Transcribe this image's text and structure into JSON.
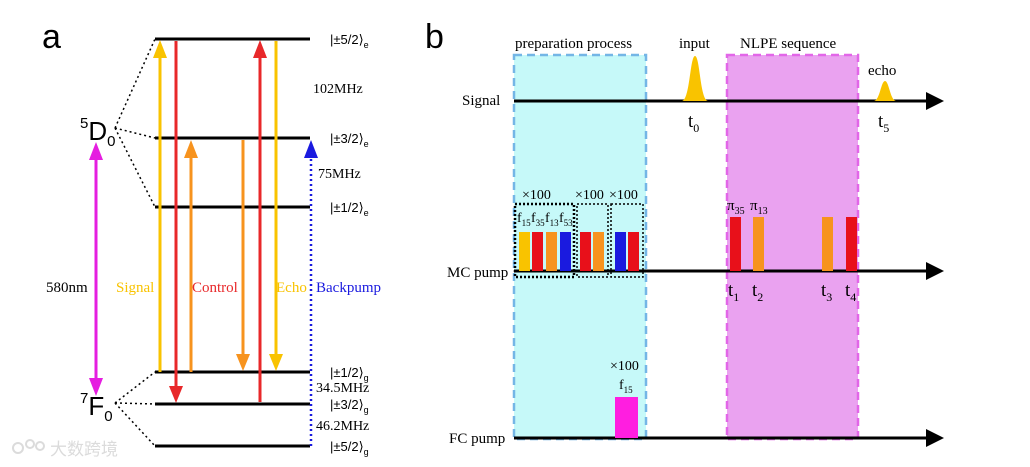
{
  "panel_a": {
    "label": "a",
    "excited_state": {
      "main": "5",
      "letter": "D",
      "sub": "0"
    },
    "ground_state": {
      "main": "7",
      "letter": "F",
      "sub": "0"
    },
    "levels_excited": [
      {
        "value": "|±5/2⟩",
        "sub": "e"
      },
      {
        "value": "|±3/2⟩",
        "sub": "e"
      },
      {
        "value": "|±1/2⟩",
        "sub": "e"
      }
    ],
    "levels_ground": [
      {
        "value": "|±1/2⟩",
        "sub": "g"
      },
      {
        "value": "|±3/2⟩",
        "sub": "g"
      },
      {
        "value": "|±5/2⟩",
        "sub": "g"
      }
    ],
    "splittings": [
      "102MHz",
      "75MHz",
      "34.5MHz",
      "46.2MHz"
    ],
    "wavelength": "580nm",
    "beams": [
      "Signal",
      "Control",
      "Echo",
      "Backpump"
    ],
    "colors": {
      "signal": "#f9c300",
      "control": "#e8282a",
      "echo": "#f9c300",
      "orange": "#f7931e",
      "backpump": "#1a1adf",
      "laser": "#e51ee0"
    }
  },
  "panel_b": {
    "label": "b",
    "preparation_title": "preparation process",
    "nlpe_title": "NLPE sequence",
    "input_label": "input",
    "echo_label": "echo",
    "rows": [
      "Signal",
      "MC pump",
      "FC pump"
    ],
    "signal_times": [
      {
        "t": "t",
        "sub": "0"
      },
      {
        "t": "t",
        "sub": "5"
      }
    ],
    "mc_times": [
      {
        "t": "t",
        "sub": "1"
      },
      {
        "t": "t",
        "sub": "2"
      },
      {
        "t": "t",
        "sub": "3"
      },
      {
        "t": "t",
        "sub": "4"
      }
    ],
    "repeat_labels": [
      "×100",
      "×100",
      "×100",
      "×100"
    ],
    "f_labels": [
      {
        "t": "f",
        "sub": "15"
      },
      {
        "t": "f",
        "sub": "35"
      },
      {
        "t": "f",
        "sub": "13"
      },
      {
        "t": "f",
        "sub": "53"
      }
    ],
    "fc_f_label": {
      "t": "f",
      "sub": "15"
    },
    "pi_labels": [
      {
        "t": "π",
        "sub": "35"
      },
      {
        "t": "π",
        "sub": "13"
      }
    ],
    "colors": {
      "prep_box": "#c6f9f9",
      "prep_border": "#74b6e6",
      "nlpe_box": "#eaa2f0",
      "nlpe_border": "#e266e8",
      "yellow": "#f9c300",
      "red": "#e8101a",
      "orange": "#f7931e",
      "blue": "#1a1adf",
      "magenta": "#ff1ee0"
    }
  },
  "watermark": "大数跨境"
}
